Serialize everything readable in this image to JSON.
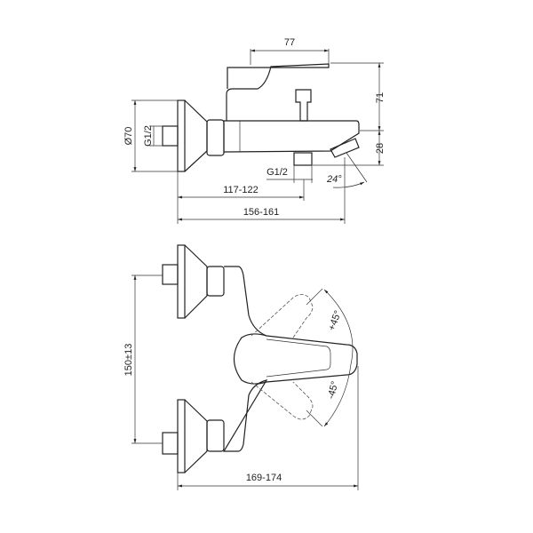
{
  "colors": {
    "line": "#222222",
    "background": "#ffffff"
  },
  "side_view": {
    "dim_width_handle": "77",
    "dim_height_top": "71",
    "dim_height_bottom": "28",
    "dim_diameter": "Ø70",
    "dim_inlet_thread": "G1/2",
    "dim_outlet_thread": "G1/2",
    "dim_outlet_distance": "117-122",
    "dim_spout_distance": "156-161",
    "dim_spout_angle": "24°"
  },
  "top_view": {
    "dim_centers": "150±13",
    "dim_depth": "169-174",
    "dim_rotation_plus": "+45°",
    "dim_rotation_minus": "-45°"
  }
}
